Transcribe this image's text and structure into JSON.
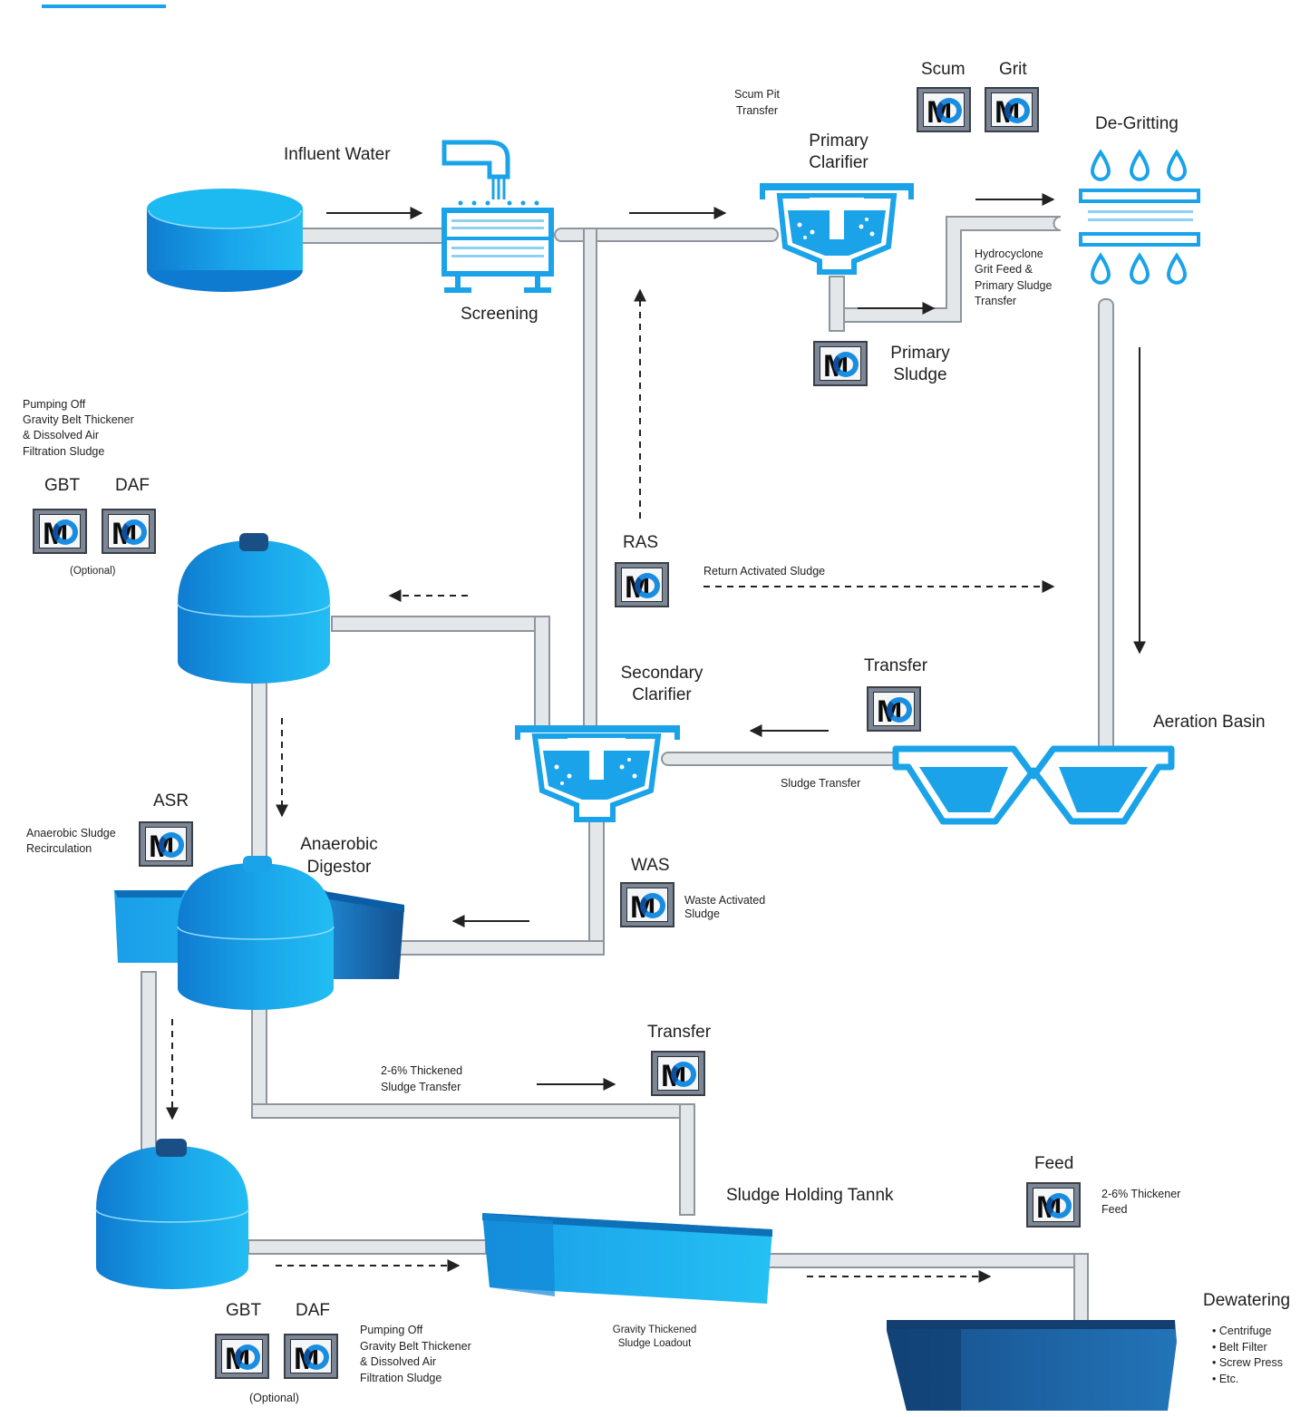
{
  "labels": {
    "influent_water": "Influent Water",
    "screening": "Screening",
    "scum_pit_transfer_1": "Scum Pit",
    "scum_pit_transfer_2": "Transfer",
    "primary_clarifier_1": "Primary",
    "primary_clarifier_2": "Clarifier",
    "scum": "Scum",
    "grit": "Grit",
    "de_gritting": "De-Gritting",
    "hydrocyclone_1": "Hydrocyclone",
    "hydrocyclone_2": "Grit Feed &",
    "hydrocyclone_3": "Primary Sludge",
    "hydrocyclone_4": "Transfer",
    "primary_sludge_1": "Primary",
    "primary_sludge_2": "Sludge",
    "pumping_top_1": "Pumping Off",
    "pumping_top_2": "Gravity Belt Thickener",
    "pumping_top_3": "& Dissolved Air",
    "pumping_top_4": "Filtration Sludge",
    "gbt_top": "GBT",
    "daf_top": "DAF",
    "optional_top": "(Optional)",
    "ras": "RAS",
    "return_activated_sludge": "Return Activated Sludge",
    "secondary_clarifier_1": "Secondary",
    "secondary_clarifier_2": "Clarifier",
    "transfer_mid": "Transfer",
    "aeration_basin": "Aeration Basin",
    "sludge_transfer": "Sludge Transfer",
    "asr": "ASR",
    "anaerobic_recirc_1": "Anaerobic Sludge",
    "anaerobic_recirc_2": "Recirculation",
    "anaerobic_digestor_1": "Anaerobic",
    "anaerobic_digestor_2": "Digestor",
    "was": "WAS",
    "waste_activated_1": "Waste Activated",
    "waste_activated_2": "Sludge",
    "transfer_low": "Transfer",
    "thickened_1": "2-6% Thickened",
    "thickened_2": "Sludge Transfer",
    "sludge_holding_tank": "Sludge Holding Tannk",
    "feed": "Feed",
    "thickener_feed_1": "2-6% Thickener",
    "thickener_feed_2": "Feed",
    "gbt_bottom": "GBT",
    "daf_bottom": "DAF",
    "optional_bottom": "(Optional)",
    "pumping_bottom_1": "Pumping Off",
    "pumping_bottom_2": "Gravity Belt Thickener",
    "pumping_bottom_3": "& Dissolved Air",
    "pumping_bottom_4": "Filtration Sludge",
    "gravity_thickened_1": "Gravity Thickened",
    "gravity_thickened_2": "Sludge Loadout",
    "dewatering": "Dewatering",
    "dewatering_options": [
      "• Centrifuge",
      "• Belt Filter",
      "• Screw Press",
      "• Etc."
    ]
  },
  "pump_icon": "pump-logo-icon",
  "colors": {
    "accent": "#1aa3e8",
    "tank_light": "#20b4f0",
    "tank_dark": "#0e74c4",
    "pipe_fill": "#e4e7ea",
    "pipe_edge": "#8e959c",
    "arrow": "#222222",
    "dewater_tank": "#1d5d9c"
  }
}
